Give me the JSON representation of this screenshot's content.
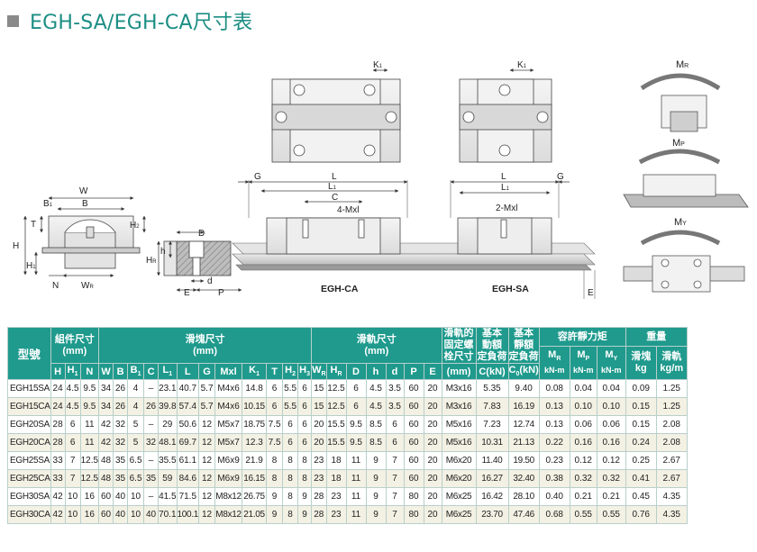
{
  "title": "EGH-SA/EGH-CA尺寸表",
  "drawing": {
    "front": {
      "W": "W",
      "B": "B",
      "B1": "B",
      "B1_sub": "1",
      "H": "H",
      "H1": "H",
      "H1_sub": "1",
      "T": "T",
      "H2": "H",
      "H2_sub": "2",
      "N": "N",
      "WR": "W",
      "WR_sub": "R"
    },
    "rail": {
      "D": "D",
      "d": "d",
      "HR": "H",
      "HR_sub": "R",
      "h": "h",
      "E": "E",
      "P": "P"
    },
    "ca": {
      "G": "G",
      "L": "L",
      "L1": "L",
      "L1_sub": "1",
      "C": "C",
      "Mxl": "4-Mxl",
      "K1": "K",
      "K1_sub": "1",
      "name": "EGH-CA"
    },
    "sa": {
      "G": "G",
      "L": "L",
      "L1": "L",
      "L1_sub": "1",
      "Mxl": "2-Mxl",
      "K1": "K",
      "K1_sub": "1",
      "E": "E",
      "name": "EGH-SA"
    },
    "moments": {
      "MR": "M",
      "MR_sub": "R",
      "MP": "M",
      "MP_sub": "P",
      "MY": "M",
      "MY_sub": "Y"
    }
  },
  "table": {
    "headers": {
      "model": "型號",
      "assembly_line1": "組件尺寸",
      "assembly_line2": "(mm)",
      "block_line1": "滑塊尺寸",
      "block_line2": "(mm)",
      "rail_line1": "滑軌尺寸",
      "rail_line2": "(mm)",
      "bolt_l1": "滑軌的",
      "bolt_l2": "固定螺",
      "bolt_l3": "栓尺寸",
      "dyn_l1": "基本",
      "dyn_l2": "動額",
      "dyn_l3": "定負荷",
      "sta_l1": "基本",
      "sta_l2": "靜額",
      "sta_l3": "定負荷",
      "moment": "容許靜力矩",
      "weight": "重量",
      "mr_unit": "kN-m",
      "mp_unit": "kN-m",
      "my_unit": "kN-m",
      "w_block": "滑塊",
      "w_block_unit": "kg",
      "w_rail": "滑軌",
      "w_rail_unit": "kg/m",
      "bolt_unit": "(mm)",
      "dyn_unit": "C(kN)",
      "sta_unit_main": "C",
      "sta_unit_sub": "0",
      "sta_unit_tail": "(kN)"
    },
    "subheaders": [
      {
        "main": "H",
        "sub": ""
      },
      {
        "main": "H",
        "sub": "1"
      },
      {
        "main": "N",
        "sub": ""
      },
      {
        "main": "W",
        "sub": ""
      },
      {
        "main": "B",
        "sub": ""
      },
      {
        "main": "B",
        "sub": "1"
      },
      {
        "main": "C",
        "sub": ""
      },
      {
        "main": "L",
        "sub": "1"
      },
      {
        "main": "L",
        "sub": ""
      },
      {
        "main": "G",
        "sub": ""
      },
      {
        "main": "Mxl",
        "sub": ""
      },
      {
        "main": "K",
        "sub": "1"
      },
      {
        "main": "T",
        "sub": ""
      },
      {
        "main": "H",
        "sub": "2"
      },
      {
        "main": "H",
        "sub": "3"
      },
      {
        "main": "W",
        "sub": "R"
      },
      {
        "main": "H",
        "sub": "R"
      },
      {
        "main": "D",
        "sub": ""
      },
      {
        "main": "h",
        "sub": ""
      },
      {
        "main": "d",
        "sub": ""
      },
      {
        "main": "P",
        "sub": ""
      },
      {
        "main": "E",
        "sub": ""
      }
    ],
    "moment_subs": [
      {
        "main": "M",
        "sub": "R"
      },
      {
        "main": "M",
        "sub": "P"
      },
      {
        "main": "M",
        "sub": "Y"
      }
    ],
    "rows": [
      [
        "EGH15SA",
        "24",
        "4.5",
        "9.5",
        "34",
        "26",
        "4",
        "–",
        "23.1",
        "40.7",
        "5.7",
        "M4x6",
        "14.8",
        "6",
        "5.5",
        "6",
        "15",
        "12.5",
        "6",
        "4.5",
        "3.5",
        "60",
        "20",
        "M3x16",
        "5.35",
        "9.40",
        "0.08",
        "0.04",
        "0.04",
        "0.09",
        "1.25"
      ],
      [
        "EGH15CA",
        "24",
        "4.5",
        "9.5",
        "34",
        "26",
        "4",
        "26",
        "39.8",
        "57.4",
        "5.7",
        "M4x6",
        "10.15",
        "6",
        "5.5",
        "6",
        "15",
        "12.5",
        "6",
        "4.5",
        "3.5",
        "60",
        "20",
        "M3x16",
        "7.83",
        "16.19",
        "0.13",
        "0.10",
        "0.10",
        "0.15",
        "1.25"
      ],
      [
        "EGH20SA",
        "28",
        "6",
        "11",
        "42",
        "32",
        "5",
        "–",
        "29",
        "50.6",
        "12",
        "M5x7",
        "18.75",
        "7.5",
        "6",
        "6",
        "20",
        "15.5",
        "9.5",
        "8.5",
        "6",
        "60",
        "20",
        "M5x16",
        "7.23",
        "12.74",
        "0.13",
        "0.06",
        "0.06",
        "0.15",
        "2.08"
      ],
      [
        "EGH20CA",
        "28",
        "6",
        "11",
        "42",
        "32",
        "5",
        "32",
        "48.1",
        "69.7",
        "12",
        "M5x7",
        "12.3",
        "7.5",
        "6",
        "6",
        "20",
        "15.5",
        "9.5",
        "8.5",
        "6",
        "60",
        "20",
        "M5x16",
        "10.31",
        "21.13",
        "0.22",
        "0.16",
        "0.16",
        "0.24",
        "2.08"
      ],
      [
        "EGH25SA",
        "33",
        "7",
        "12.5",
        "48",
        "35",
        "6.5",
        "–",
        "35.5",
        "61.1",
        "12",
        "M6x9",
        "21.9",
        "8",
        "8",
        "8",
        "23",
        "18",
        "11",
        "9",
        "7",
        "60",
        "20",
        "M6x20",
        "11.40",
        "19.50",
        "0.23",
        "0.12",
        "0.12",
        "0.25",
        "2.67"
      ],
      [
        "EGH25CA",
        "33",
        "7",
        "12.5",
        "48",
        "35",
        "6.5",
        "35",
        "59",
        "84.6",
        "12",
        "M6x9",
        "16.15",
        "8",
        "8",
        "8",
        "23",
        "18",
        "11",
        "9",
        "7",
        "60",
        "20",
        "M6x20",
        "16.27",
        "32.40",
        "0.38",
        "0.32",
        "0.32",
        "0.41",
        "2.67"
      ],
      [
        "EGH30SA",
        "42",
        "10",
        "16",
        "60",
        "40",
        "10",
        "–",
        "41.5",
        "71.5",
        "12",
        "M8x12",
        "26.75",
        "9",
        "8",
        "9",
        "28",
        "23",
        "11",
        "9",
        "7",
        "80",
        "20",
        "M6x25",
        "16.42",
        "28.10",
        "0.40",
        "0.21",
        "0.21",
        "0.45",
        "4.35"
      ],
      [
        "EGH30CA",
        "42",
        "10",
        "16",
        "60",
        "40",
        "10",
        "40",
        "70.1",
        "100.1",
        "12",
        "M8x12",
        "21.05",
        "9",
        "8",
        "9",
        "28",
        "23",
        "11",
        "9",
        "7",
        "80",
        "20",
        "M6x25",
        "23.70",
        "47.46",
        "0.68",
        "0.55",
        "0.55",
        "0.76",
        "4.35"
      ]
    ]
  }
}
